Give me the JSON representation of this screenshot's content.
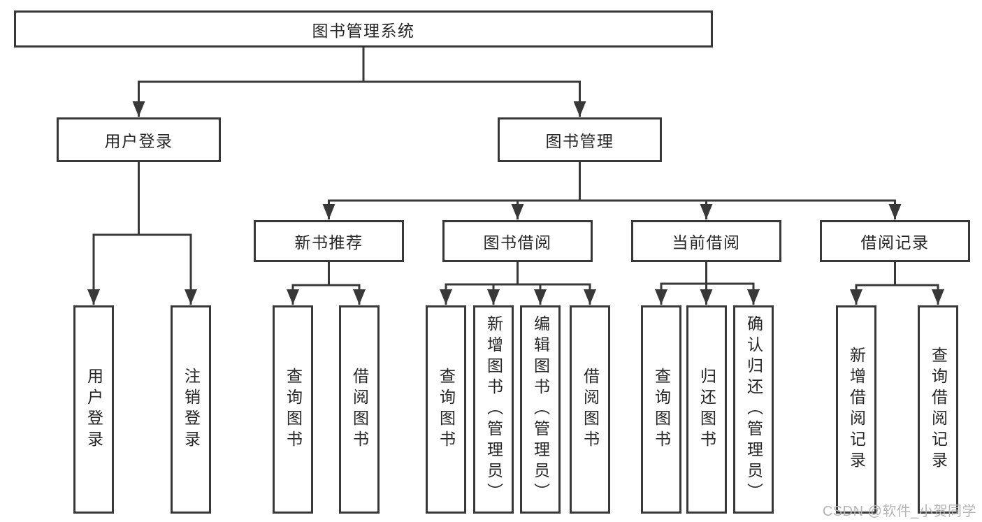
{
  "root": {
    "label": "图书管理系统"
  },
  "branches": {
    "user_login": {
      "label": "用户登录",
      "children": [
        "用户登录",
        "注销登录"
      ]
    },
    "book_mgmt": {
      "label": "图书管理",
      "sections": {
        "new_book_rec": {
          "label": "新书推荐",
          "children": [
            "查询图书",
            "借阅图书"
          ]
        },
        "book_borrow": {
          "label": "图书借阅",
          "children": [
            "查询图书",
            "新增图书（管理员）",
            "编辑图书（管理员）",
            "借阅图书"
          ]
        },
        "current_borrow": {
          "label": "当前借阅",
          "children": [
            "查询图书",
            "归还图书",
            "确认归还（管理员）"
          ]
        },
        "borrow_record": {
          "label": "借阅记录",
          "children": [
            "新增借阅记录",
            "查询借阅记录"
          ]
        }
      }
    }
  },
  "watermark": "CSDN @软件_小贺同学",
  "colors": {
    "line": "#383838",
    "text": "#262626",
    "watermark": "#b5b5b5",
    "background": "#ffffff"
  }
}
